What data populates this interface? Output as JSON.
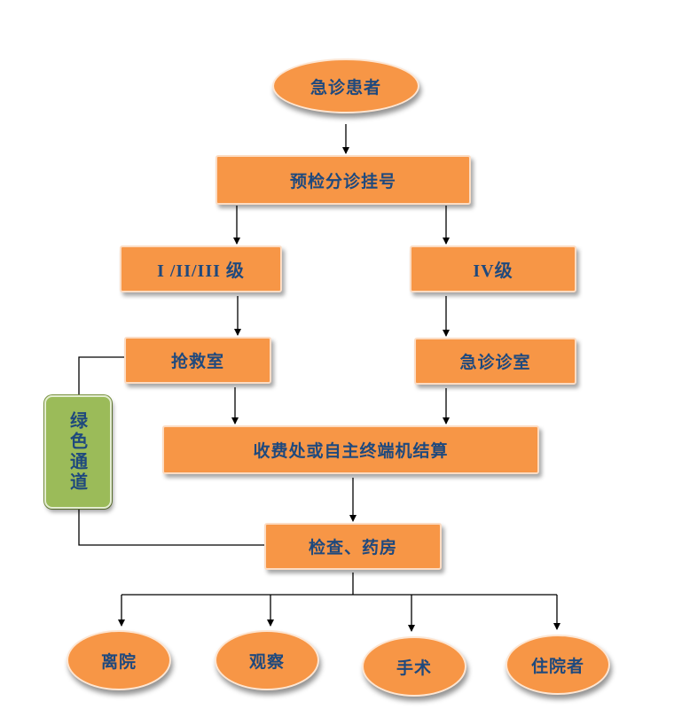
{
  "diagram": {
    "nodes": {
      "start": "急诊患者",
      "triage": "预检分诊挂号",
      "level_123": "I /II/III  级",
      "level_4": "IV级",
      "resus_room": "抢救室",
      "clinic_room": "急诊诊室",
      "green_channel": "绿色通道",
      "payment": "收费处或自主终端机结算",
      "exam_pharmacy": "检查、药房",
      "discharge": "离院",
      "observation": "观察",
      "surgery": "手术",
      "admission": "住院者"
    },
    "colors": {
      "node_fill": "#F79646",
      "green_fill": "#9BBB59",
      "text": "#1F497D",
      "line": "#000000"
    }
  }
}
